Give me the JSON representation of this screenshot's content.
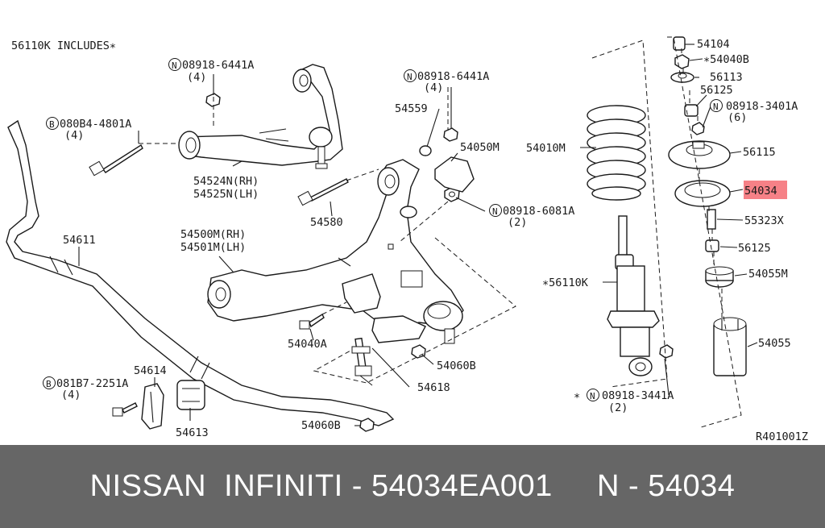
{
  "diagram": {
    "includes_note": "56110K INCLUDES∗",
    "ref_code": "R401001Z",
    "highlight_color": "#f46b72",
    "labels": [
      {
        "id": "l-08918-6441a-left",
        "text": "08918-6441A",
        "prefix": "N"
      },
      {
        "id": "l-qty-4-a",
        "text": "(4)"
      },
      {
        "id": "l-080b4-4801a",
        "text": "080B4-4801A",
        "prefix": "B"
      },
      {
        "id": "l-qty-4-b",
        "text": "(4)"
      },
      {
        "id": "l-08918-6441a-mid",
        "text": "08918-6441A",
        "prefix": "N"
      },
      {
        "id": "l-qty-4-c",
        "text": "(4)"
      },
      {
        "id": "l-54559",
        "text": "54559"
      },
      {
        "id": "l-54050m",
        "text": "54050M"
      },
      {
        "id": "l-54524n",
        "text": "54524N(RH)"
      },
      {
        "id": "l-54525n",
        "text": "54525N(LH)"
      },
      {
        "id": "l-54580",
        "text": "54580"
      },
      {
        "id": "l-08918-6081a",
        "text": "08918-6081A",
        "prefix": "N"
      },
      {
        "id": "l-qty-2-a",
        "text": "(2)"
      },
      {
        "id": "l-54611",
        "text": "54611"
      },
      {
        "id": "l-54500m",
        "text": "54500M(RH)"
      },
      {
        "id": "l-54501m",
        "text": "54501M(LH)"
      },
      {
        "id": "l-54040a",
        "text": "54040A"
      },
      {
        "id": "l-54060b-top",
        "text": "54060B"
      },
      {
        "id": "l-54614",
        "text": "54614"
      },
      {
        "id": "l-081b7-2251a",
        "text": "081B7-2251A",
        "prefix": "B"
      },
      {
        "id": "l-qty-4-d",
        "text": "(4)"
      },
      {
        "id": "l-54618",
        "text": "54618"
      },
      {
        "id": "l-54613",
        "text": "54613"
      },
      {
        "id": "l-54060b-bottom",
        "text": "54060B"
      },
      {
        "id": "l-54010m",
        "text": "54010M"
      },
      {
        "id": "l-56110k",
        "text": "∗56110K"
      },
      {
        "id": "l-08918-3441a",
        "text": "∗",
        "prefix": "N",
        "after": "08918-3441A"
      },
      {
        "id": "l-qty-2-b",
        "text": "(2)"
      },
      {
        "id": "l-54104",
        "text": "54104"
      },
      {
        "id": "l-54040b",
        "text": "∗54040B"
      },
      {
        "id": "l-56113",
        "text": "56113"
      },
      {
        "id": "l-56125-top",
        "text": "56125"
      },
      {
        "id": "l-08918-3401a",
        "text": "08918-3401A",
        "prefix": "N"
      },
      {
        "id": "l-qty-6",
        "text": "(6)"
      },
      {
        "id": "l-56115",
        "text": "56115"
      },
      {
        "id": "l-54034",
        "text": "54034",
        "highlighted": true
      },
      {
        "id": "l-55323x",
        "text": "55323X"
      },
      {
        "id": "l-56125-bottom",
        "text": "56125"
      },
      {
        "id": "l-54055m",
        "text": "54055M"
      },
      {
        "id": "l-54055",
        "text": "54055"
      }
    ]
  },
  "footer": {
    "text": "NISSAN  INFINITI - 54034EA001     N - 54034"
  }
}
